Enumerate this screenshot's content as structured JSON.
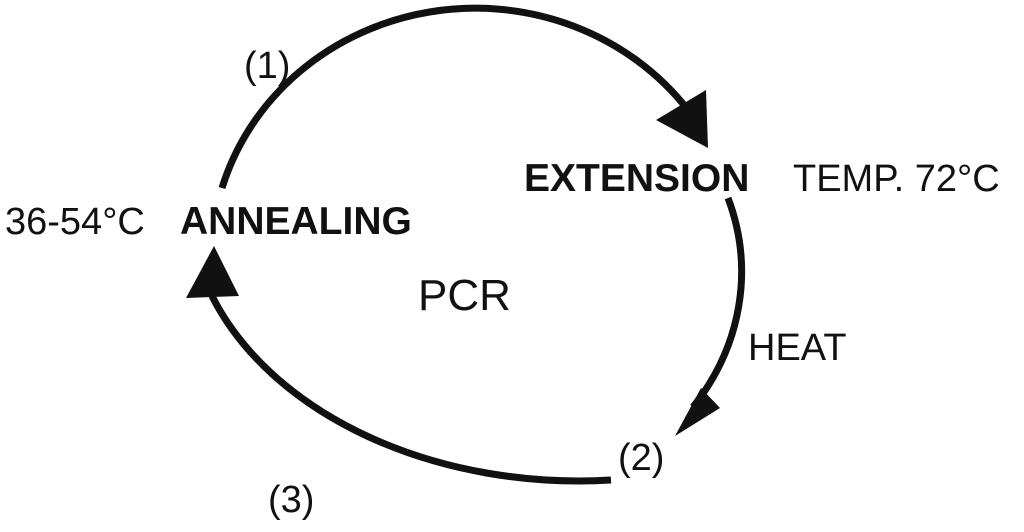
{
  "diagram": {
    "center_label": "PCR",
    "steps": [
      {
        "marker": "(1)"
      },
      {
        "marker": "(2)"
      },
      {
        "marker": "(3)"
      }
    ],
    "annealing": {
      "temp": "36-54°C",
      "label": "ANNEALING"
    },
    "extension": {
      "label": "EXTENSION",
      "temp": "TEMP. 72°C"
    },
    "heat_label": "HEAT"
  }
}
